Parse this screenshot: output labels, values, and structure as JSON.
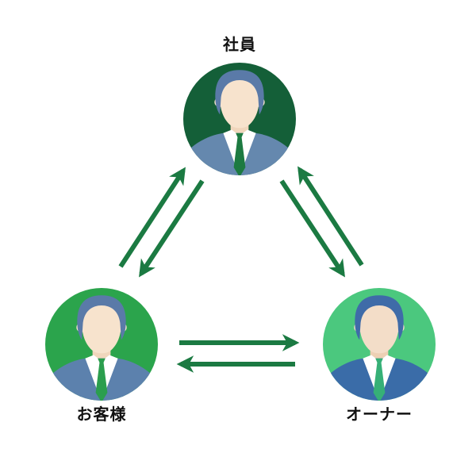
{
  "page": {
    "background": "#ffffff"
  },
  "diagram": {
    "type": "relationship-triangle",
    "arrow_color": "#1b7a42",
    "label_color": "#111111",
    "nodes": [
      {
        "id": "employee",
        "label": "社員",
        "position": "top",
        "colors": {
          "circle": "#145f38",
          "hair": "#5a7aa8",
          "suit": "#6588ae",
          "tie": "#1d7a41",
          "skin": "#f7e3cd",
          "neck": "#f0d6bc",
          "shirt": "#ffffff"
        }
      },
      {
        "id": "customer",
        "label": "お客様",
        "position": "bottom-left",
        "colors": {
          "circle": "#2ba44c",
          "hair": "#5a7aa8",
          "suit": "#5c81ad",
          "tie": "#2b9e4e",
          "skin": "#f7e3cd",
          "neck": "#f0d6bc",
          "shirt": "#ffffff"
        }
      },
      {
        "id": "owner",
        "label": "オーナー",
        "position": "bottom-right",
        "colors": {
          "circle": "#4bc87e",
          "hair": "#3f6ba8",
          "suit": "#3a6ca8",
          "tie": "#36b077",
          "skin": "#f3ddc8",
          "neck": "#ecd0b4",
          "shirt": "#ffffff"
        }
      }
    ],
    "connections": [
      {
        "from": "customer",
        "to": "employee"
      },
      {
        "from": "employee",
        "to": "customer"
      },
      {
        "from": "owner",
        "to": "employee"
      },
      {
        "from": "employee",
        "to": "owner"
      },
      {
        "from": "customer",
        "to": "owner"
      },
      {
        "from": "owner",
        "to": "customer"
      }
    ]
  }
}
